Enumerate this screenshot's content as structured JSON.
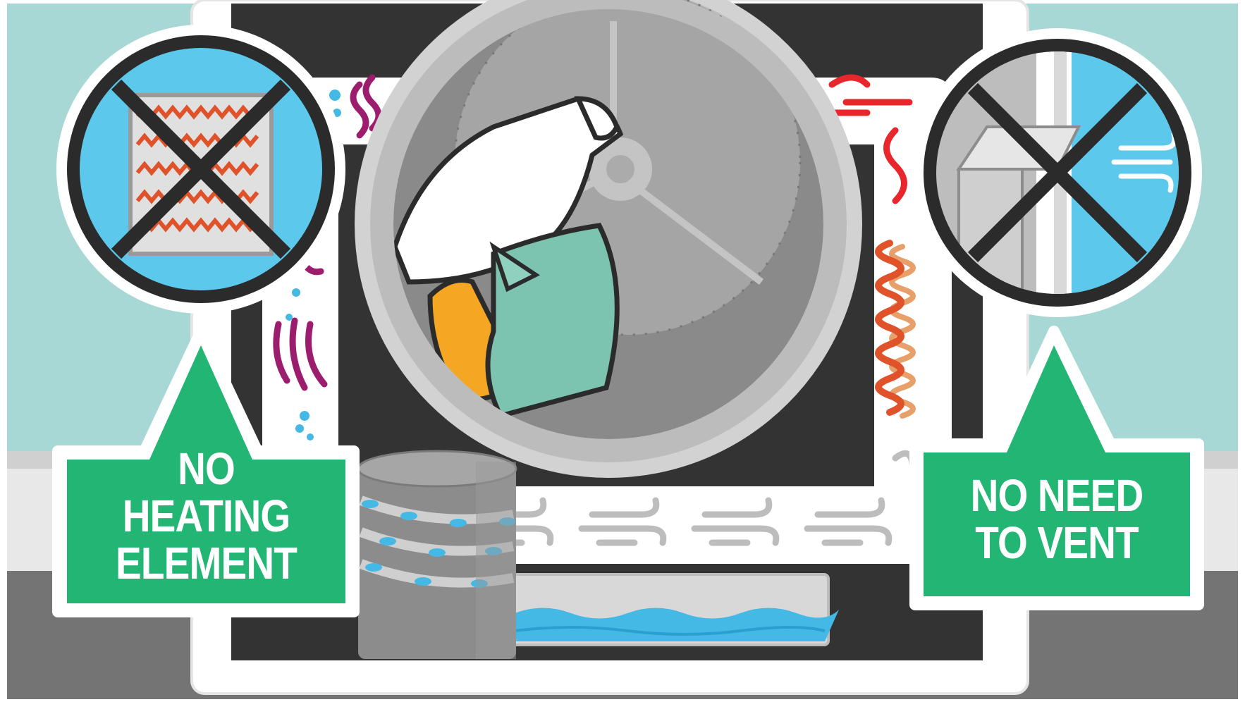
{
  "callouts": {
    "left": {
      "lines": [
        "NO",
        "HEATING",
        "ELEMENT"
      ]
    },
    "right": {
      "lines": [
        "NO NEED",
        "TO VENT"
      ]
    }
  },
  "colors": {
    "wall": "#a8d8d6",
    "floor": "#747474",
    "baseboard": "#e4e4e4",
    "dryer_body": "#ffffff",
    "dryer_panel": "#333333",
    "drum_rim": "#bdbdbd",
    "drum_inner": "#8c8c8c",
    "callout_green": "#23b573",
    "prohibit_blue": "#5bc8ec",
    "outline": "#2b2b2b",
    "heat_coil": "#e0522a",
    "steam_purple": "#9c1c6e",
    "water_blue": "#45b9e6"
  },
  "icons": [
    "heating-element-prohibited-icon",
    "vent-prohibited-icon",
    "drum-icon",
    "condenser-icon",
    "water-tank-icon",
    "heat-coil-icon",
    "air-flow-icon"
  ]
}
